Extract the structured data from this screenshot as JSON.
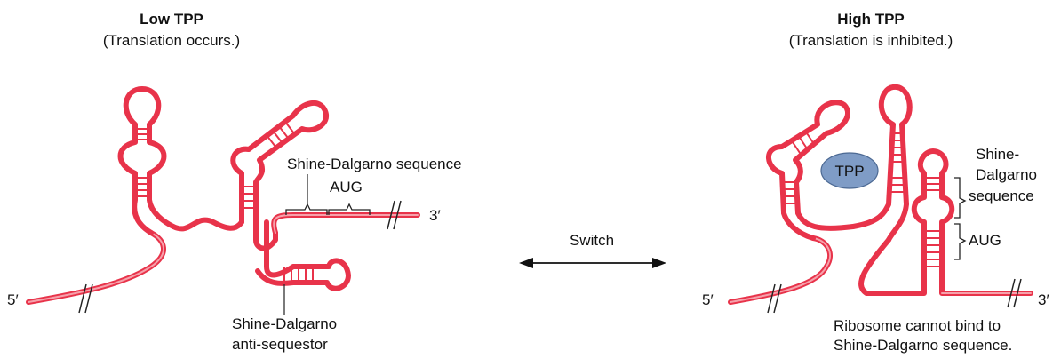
{
  "left_panel": {
    "title": "Low TPP",
    "subtitle": "(Translation occurs.)",
    "label_sd_sequence": "Shine-Dalgarno sequence",
    "label_aug": "AUG",
    "label_anti_line1": "Shine-Dalgarno",
    "label_anti_line2": "anti-sequestor",
    "end_5": "5′",
    "end_3": "3′"
  },
  "switch": {
    "label": "Switch"
  },
  "right_panel": {
    "title": "High TPP",
    "subtitle": "(Translation is inhibited.)",
    "tpp_label": "TPP",
    "label_sd_line1": "Shine-",
    "label_sd_line2": "Dalgarno",
    "label_sd_line3": "sequence",
    "label_aug": "AUG",
    "note_line1": "Ribosome cannot bind to",
    "note_line2": "Shine-Dalgarno sequence.",
    "end_5": "5′",
    "end_3": "3′"
  },
  "colors": {
    "rna": "#e8334a",
    "rna_highlight": "#f6a1ab",
    "tpp_fill": "#7f9cc6",
    "tpp_stroke": "#4d6a94"
  }
}
